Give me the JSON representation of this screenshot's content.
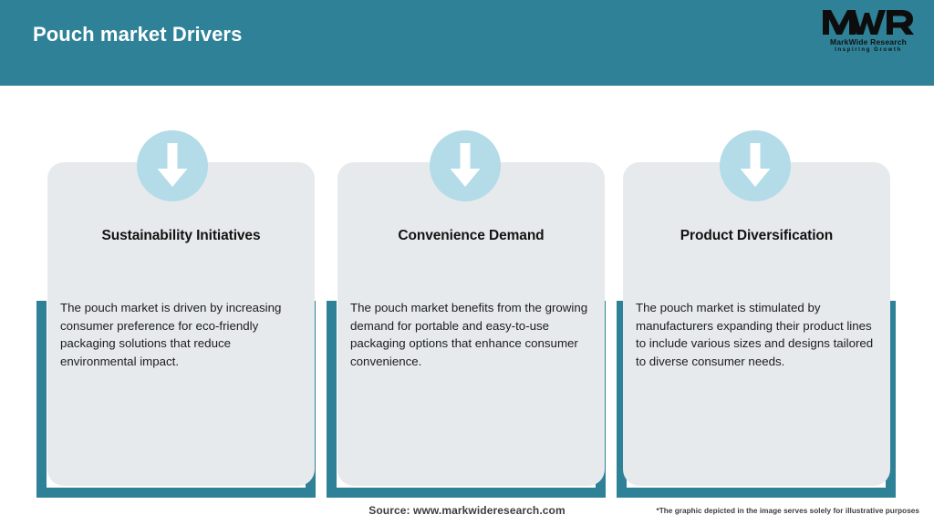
{
  "header": {
    "title": "Pouch market Drivers",
    "bar_color": "#2e8196",
    "title_color": "#ffffff"
  },
  "logo": {
    "mark": "MWR",
    "name": "MarkWide Research",
    "tagline": "Inspiring Growth"
  },
  "theme": {
    "accent": "#2e8196",
    "card_bg": "#e6eaec",
    "icon_circle": "#b3dbe8",
    "icon_arrow": "#ffffff",
    "text": "#121212",
    "page_bg": "#ffffff"
  },
  "cards": [
    {
      "icon": "arrow-down-icon",
      "title": "Sustainability Initiatives",
      "body": "The pouch market is driven by increasing consumer preference for eco-friendly packaging solutions that reduce environmental impact."
    },
    {
      "icon": "arrow-down-icon",
      "title": "Convenience Demand",
      "body": "The pouch market benefits from the growing demand for portable and easy-to-use packaging options that enhance consumer convenience."
    },
    {
      "icon": "arrow-down-icon",
      "title": "Product Diversification",
      "body": "The pouch market is stimulated by manufacturers expanding their product lines to include various sizes and designs tailored to diverse consumer needs."
    }
  ],
  "footer": {
    "source": "Source: www.markwideresearch.com",
    "disclaimer": "*The graphic depicted in the image serves solely for illustrative purposes"
  }
}
